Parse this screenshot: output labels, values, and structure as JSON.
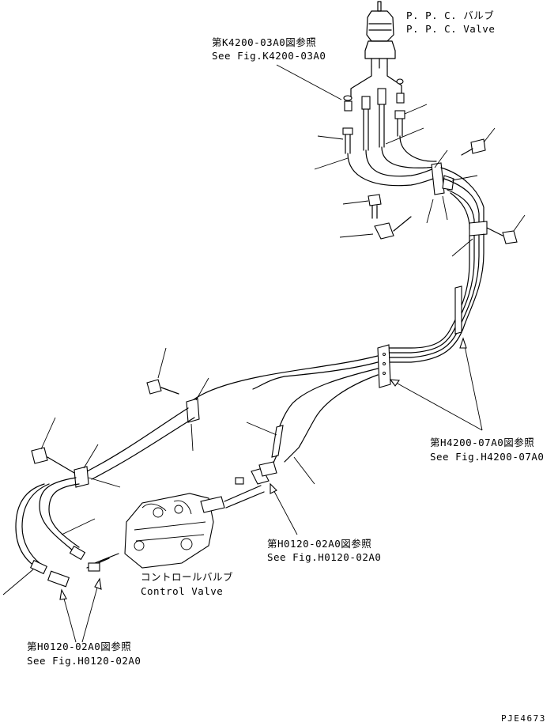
{
  "drawing_code": "PJE4673",
  "labels": {
    "ppc_jp": "P. P. C. バルブ",
    "ppc_en": "P. P. C. Valve",
    "k4200_jp": "第K4200-03A0図参照",
    "k4200_en": "See Fig.K4200-03A0",
    "h4200_jp": "第H4200-07A0図参照",
    "h4200_en": "See Fig.H4200-07A0",
    "h0120_mid_jp": "第H0120-02A0図参照",
    "h0120_mid_en": "See Fig.H0120-02A0",
    "control_jp": "コントロールバルブ",
    "control_en": "Control Valve",
    "h0120_low_jp": "第H0120-02A0図参照",
    "h0120_low_en": "See Fig.H0120-02A0"
  }
}
